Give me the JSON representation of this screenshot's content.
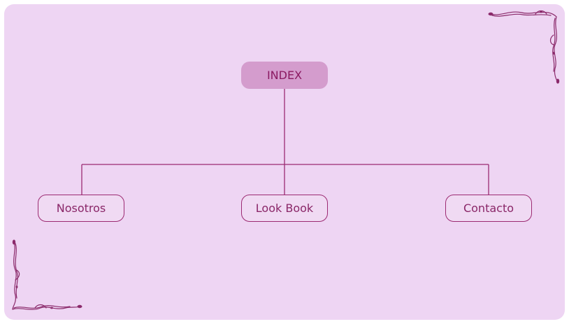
{
  "diagram": {
    "root": {
      "label": "INDEX"
    },
    "children": [
      {
        "label": "Nosotros"
      },
      {
        "label": "Look Book"
      },
      {
        "label": "Contacto"
      }
    ]
  },
  "colors": {
    "background": "#eed5f3",
    "root_fill": "#d49ccd",
    "root_text": "#8b1a62",
    "line": "#9c2a72",
    "child_text": "#8a2768"
  },
  "decorations": {
    "top_right": "floral-corner-ornament",
    "bottom_left": "floral-corner-ornament"
  }
}
